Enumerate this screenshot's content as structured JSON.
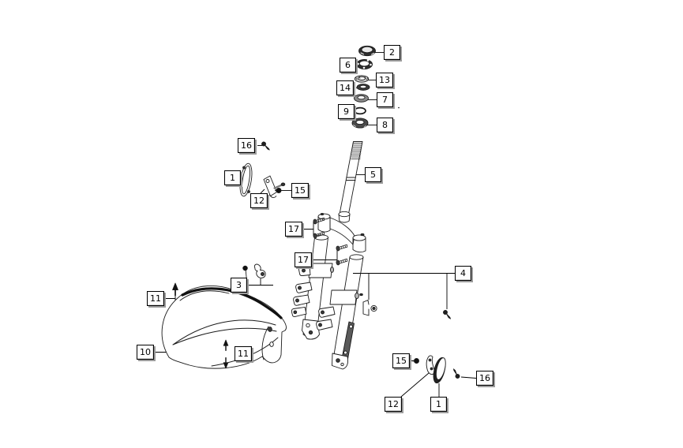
{
  "diagram": {
    "background_color": "#ffffff",
    "line_color": "#1a1a1a",
    "callout_style": {
      "bg": "#fdfdfd",
      "border": "#000000",
      "shadow": "#9c9c9c"
    },
    "callouts": [
      {
        "label": "2"
      },
      {
        "label": "6"
      },
      {
        "label": "13"
      },
      {
        "label": "14"
      },
      {
        "label": "7"
      },
      {
        "label": "9"
      },
      {
        "label": "8"
      },
      {
        "label": "16"
      },
      {
        "label": "1"
      },
      {
        "label": "12"
      },
      {
        "label": "15"
      },
      {
        "label": "5"
      },
      {
        "label": "17"
      },
      {
        "label": "17"
      },
      {
        "label": "3"
      },
      {
        "label": "11"
      },
      {
        "label": "10"
      },
      {
        "label": "11"
      },
      {
        "label": "4"
      },
      {
        "label": "15"
      },
      {
        "label": "12"
      },
      {
        "label": "1"
      },
      {
        "label": "16"
      }
    ]
  }
}
